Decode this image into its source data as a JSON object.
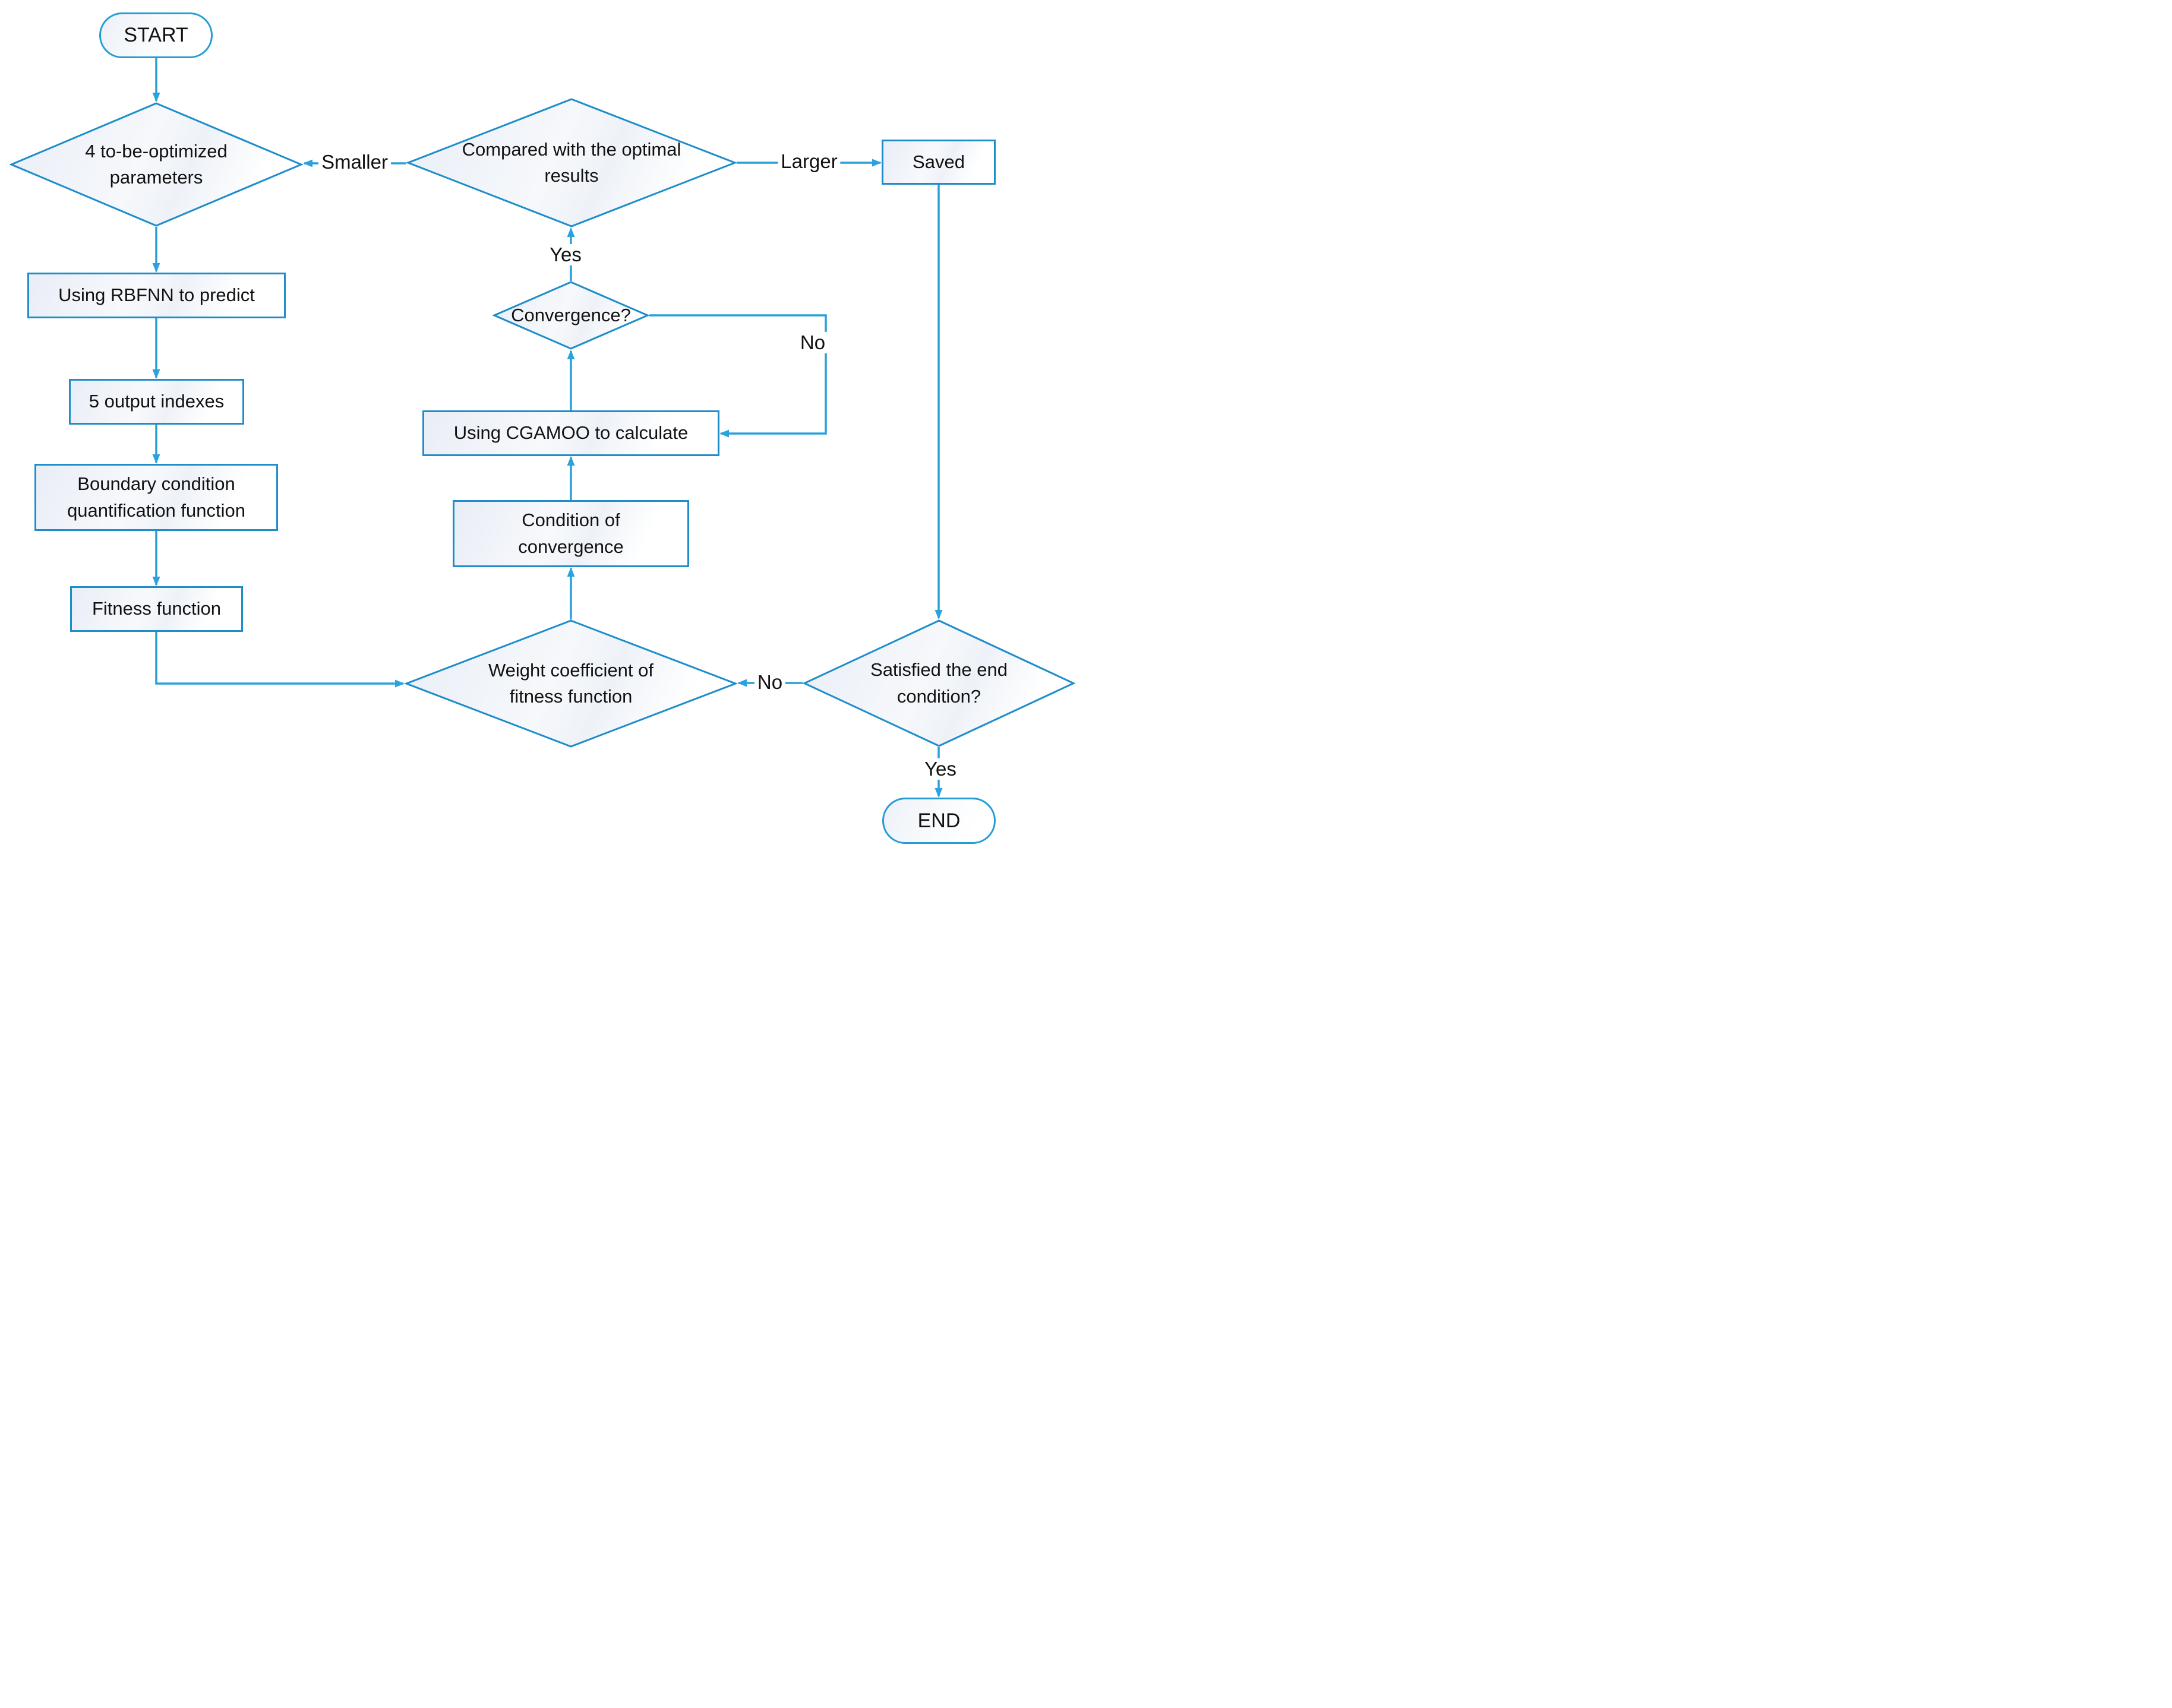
{
  "diagram": {
    "type": "flowchart",
    "nodes": {
      "start": {
        "label": "START",
        "shape": "terminator"
      },
      "params": {
        "label": "4 to-be-optimized parameters",
        "shape": "diamond"
      },
      "rbfnn": {
        "label": "Using RBFNN to predict",
        "shape": "process"
      },
      "outputs": {
        "label": "5 output indexes",
        "shape": "process"
      },
      "boundary": {
        "label": "Boundary condition quantification function",
        "shape": "process"
      },
      "fitness": {
        "label": "Fitness function",
        "shape": "process"
      },
      "weight": {
        "label": "Weight coefficient  of fitness function",
        "shape": "diamond"
      },
      "condition": {
        "label": "Condition of convergence",
        "shape": "process"
      },
      "cgamoo": {
        "label": "Using CGAMOO to calculate",
        "shape": "process"
      },
      "convergence": {
        "label": "Convergence?",
        "shape": "diamond"
      },
      "compared": {
        "label": "Compared with the optimal results",
        "shape": "diamond"
      },
      "saved": {
        "label": "Saved",
        "shape": "process"
      },
      "satisfied": {
        "label": "Satisfied the end condition?",
        "shape": "diamond"
      },
      "end": {
        "label": "END",
        "shape": "terminator"
      }
    },
    "edge_labels": {
      "smaller": "Smaller",
      "larger": "Larger",
      "yes_to_compared": "Yes",
      "no_convergence": "No",
      "no_satisfied": "No",
      "yes_to_end": "Yes"
    },
    "colors": {
      "shape_stroke": "#1e8dca",
      "connector": "#2a9fd9",
      "arrowhead": "#2aa2de",
      "text": "#111111",
      "fill_tint": "#e9eef7",
      "background": "#ffffff"
    }
  }
}
